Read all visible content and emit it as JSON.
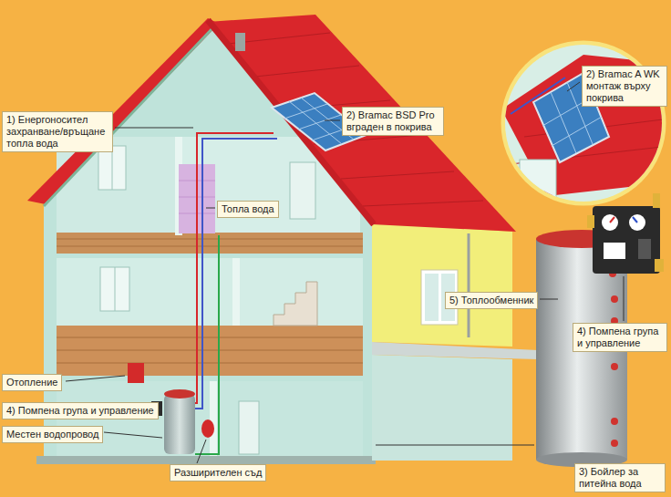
{
  "diagram": {
    "nodes": [
      {
        "text": [
          "1) Енергоносител захранване/връщане топла вода"
        ]
      },
      {
        "text": [
          "2) Bramac BSD Pro вграден в покрива"
        ]
      },
      {
        "text": [
          "2) Bramac A WK монтаж върху покрива"
        ]
      },
      {
        "text": [
          "Топла вода"
        ]
      },
      {
        "text": [
          "5) Топлообменник"
        ]
      },
      {
        "text": [
          "4) Помпена група и управление"
        ]
      },
      {
        "text": [
          "Отопление"
        ]
      },
      {
        "text": [
          "4) Помпена група и управление"
        ]
      },
      {
        "text": [
          "Местен водопровод"
        ]
      },
      {
        "text": [
          "Разширителен съд"
        ]
      },
      {
        "text": [
          "3) Бойлер за питейна вода"
        ]
      }
    ]
  }
}
